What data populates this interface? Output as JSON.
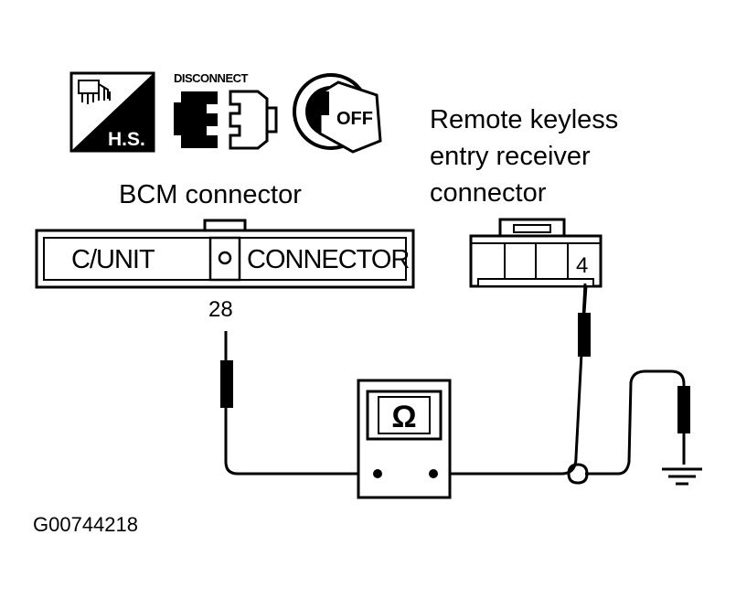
{
  "icons": {
    "hs_icon_text": "H.S.",
    "disconnect_label": "DISCONNECT",
    "ignition_label": "OFF"
  },
  "bcm_connector": {
    "title": "BCM connector",
    "left_label": "C/UNIT",
    "right_label": "CONNECTOR",
    "pin": "28"
  },
  "receiver_connector": {
    "title_line1": "Remote keyless",
    "title_line2": "entry receiver",
    "title_line3": "connector",
    "pin": "4"
  },
  "ohmmeter": {
    "symbol": "Ω"
  },
  "figure_id": "G00744218"
}
